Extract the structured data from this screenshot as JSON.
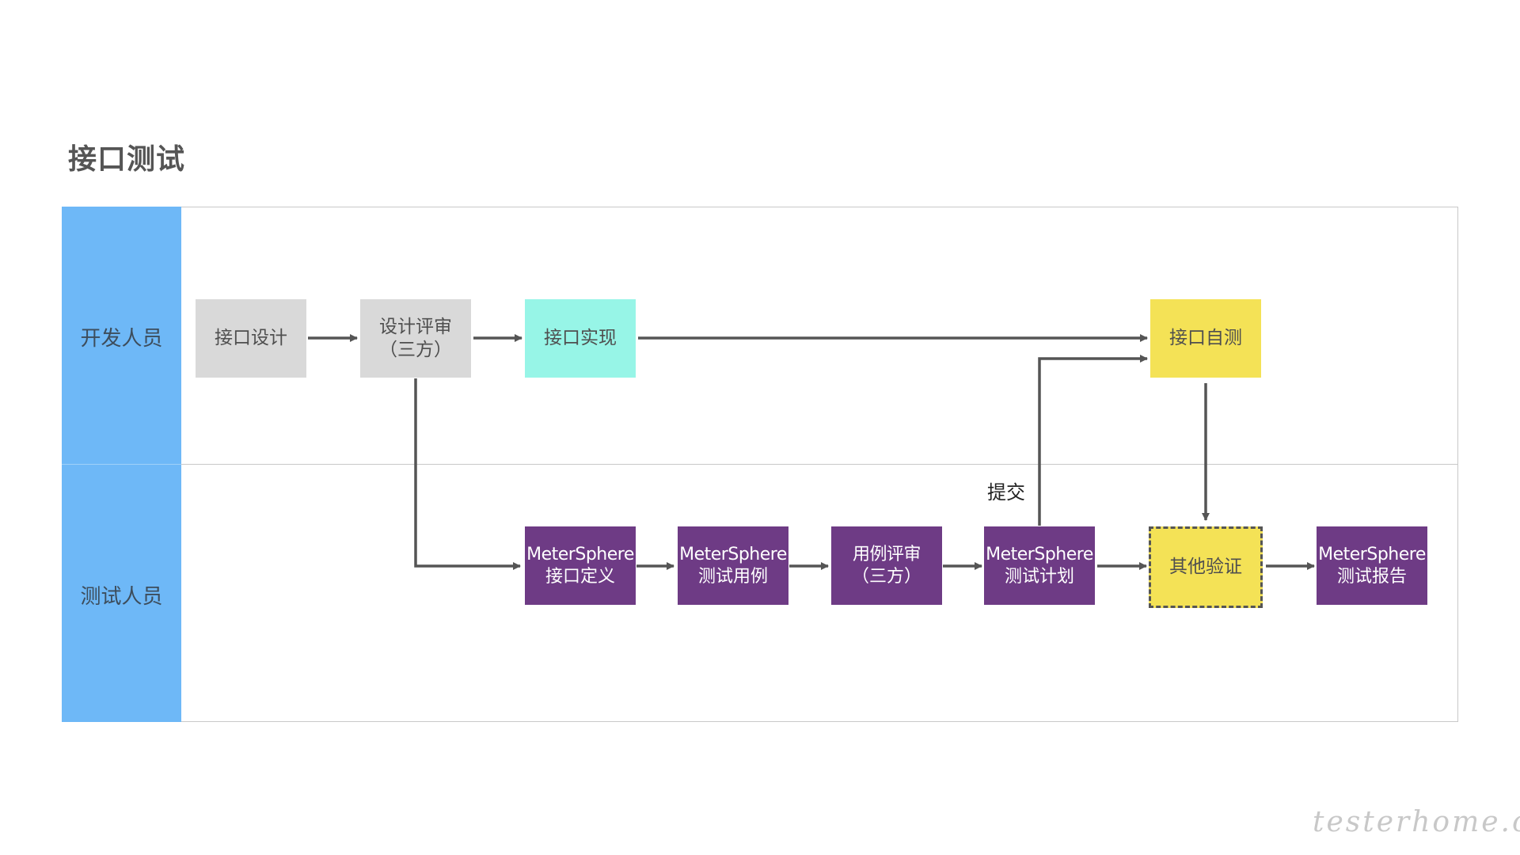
{
  "title": "接口测试",
  "lanes": {
    "developer": "开发人员",
    "tester": "测试人员"
  },
  "nodes": {
    "api_design": {
      "line1": "接口设计"
    },
    "design_review": {
      "line1": "设计评审",
      "line2": "（三方）"
    },
    "api_impl": {
      "line1": "接口实现"
    },
    "api_selftest": {
      "line1": "接口自测"
    },
    "ms_api_def": {
      "line1": "MeterSphere",
      "line2": "接口定义"
    },
    "ms_test_case": {
      "line1": "MeterSphere",
      "line2": "测试用例"
    },
    "case_review": {
      "line1": "用例评审",
      "line2": "（三方）"
    },
    "ms_test_plan": {
      "line1": "MeterSphere",
      "line2": "测试计划"
    },
    "other_verify": {
      "line1": "其他验证"
    },
    "ms_test_report": {
      "line1": "MeterSphere",
      "line2": "测试报告"
    }
  },
  "edge_labels": {
    "submit": "提交"
  },
  "watermark": "testerhome.com",
  "colors": {
    "lane_header": "#6eb8f7",
    "gray_node": "#d9d9d9",
    "cyan_node": "#97f5e7",
    "yellow_node": "#f4e256",
    "purple_node": "#6e3b85",
    "arrow": "#555555"
  }
}
